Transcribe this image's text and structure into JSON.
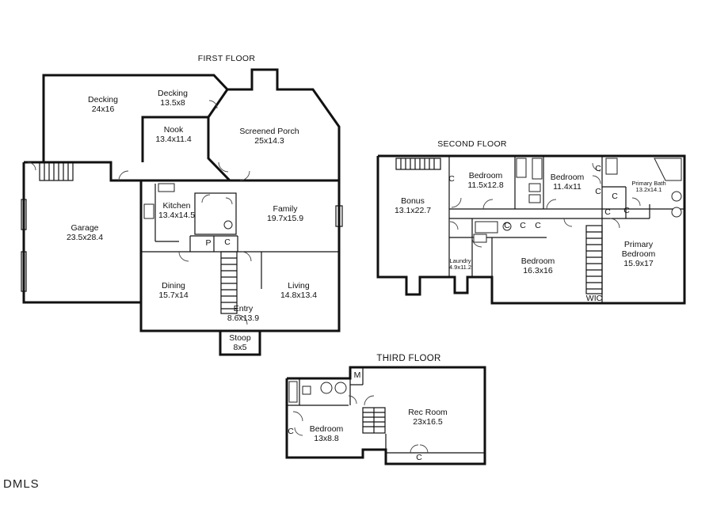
{
  "floors": {
    "first": {
      "title": "FIRST FLOOR",
      "rooms": [
        {
          "name": "Decking",
          "size": "24x16"
        },
        {
          "name": "Decking",
          "size": "13.5x8"
        },
        {
          "name": "Nook",
          "size": "13.4x11.4"
        },
        {
          "name": "Screened Porch",
          "size": "25x14.3"
        },
        {
          "name": "Kitchen",
          "size": "13.4x14.5"
        },
        {
          "name": "Family",
          "size": "19.7x15.9"
        },
        {
          "name": "Garage",
          "size": "23.5x28.4"
        },
        {
          "name": "Dining",
          "size": "15.7x14"
        },
        {
          "name": "Living",
          "size": "14.8x13.4"
        },
        {
          "name": "Entry",
          "size": "8.6x13.9"
        },
        {
          "name": "Stoop",
          "size": "8x5"
        }
      ],
      "markers": [
        "P",
        "C"
      ]
    },
    "second": {
      "title": "SECOND FLOOR",
      "rooms": [
        {
          "name": "Bonus",
          "size": "13.1x22.7"
        },
        {
          "name": "Bedroom",
          "size": "11.5x12.8"
        },
        {
          "name": "Bedroom",
          "size": "11.4x11"
        },
        {
          "name": "Primary Bath",
          "size": "13.2x14.1"
        },
        {
          "name": "Laundry",
          "size": "4.9x11.2"
        },
        {
          "name": "Bedroom",
          "size": "16.3x16"
        },
        {
          "name": "Primary",
          "name2": "Bedroom",
          "size": "15.9x17"
        }
      ],
      "markers": [
        "WIC",
        "C",
        "C",
        "C",
        "C",
        "C",
        "C",
        "C",
        "C",
        "C"
      ]
    },
    "third": {
      "title": "THIRD FLOOR",
      "rooms": [
        {
          "name": "Bedroom",
          "size": "13x8.8"
        },
        {
          "name": "Rec Room",
          "size": "23x16.5"
        }
      ],
      "markers": [
        "M",
        "C",
        "C"
      ]
    }
  },
  "watermark": "DMLS"
}
